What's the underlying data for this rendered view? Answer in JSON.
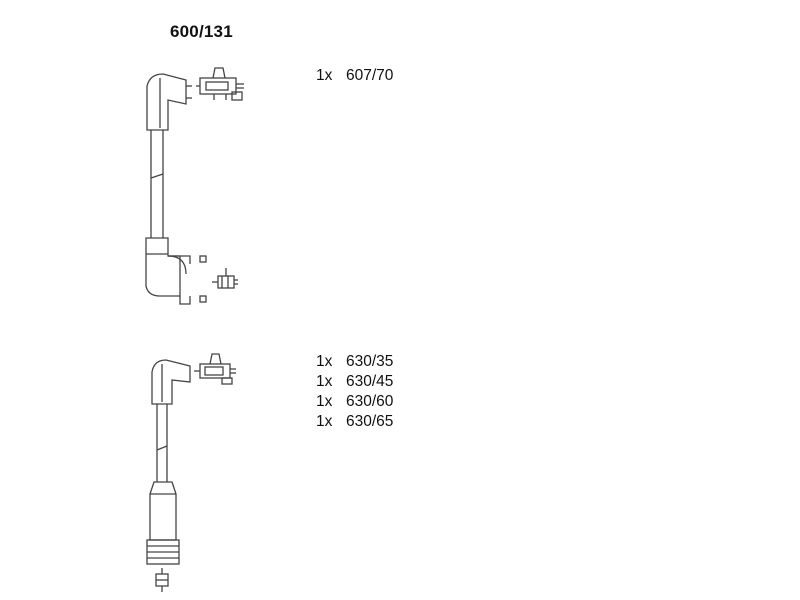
{
  "kit_number": "600/131",
  "cables": [
    {
      "items": [
        {
          "qty": "1x",
          "part": "607/70"
        }
      ]
    },
    {
      "items": [
        {
          "qty": "1x",
          "part": "630/35"
        },
        {
          "qty": "1x",
          "part": "630/45"
        },
        {
          "qty": "1x",
          "part": "630/60"
        },
        {
          "qty": "1x",
          "part": "630/65"
        }
      ]
    }
  ]
}
